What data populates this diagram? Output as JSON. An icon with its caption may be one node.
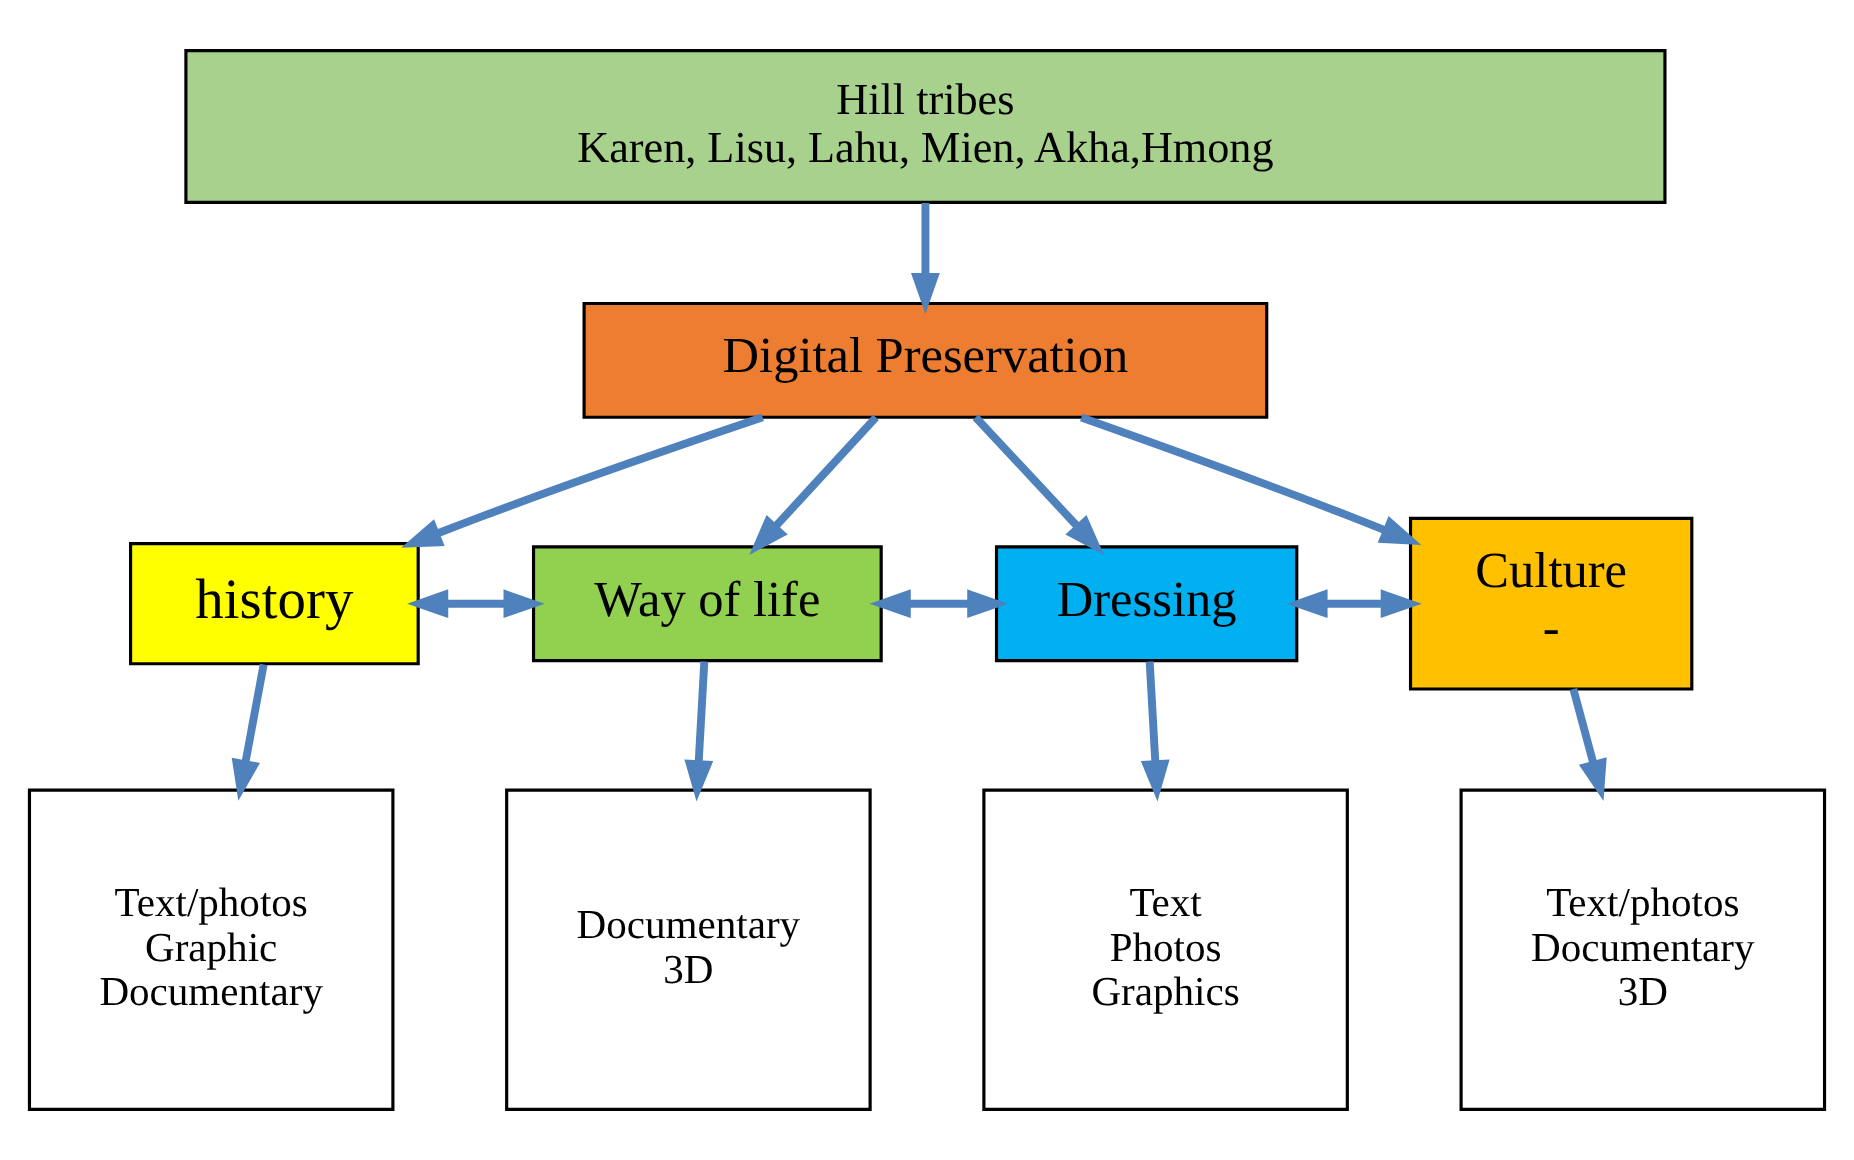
{
  "diagram": {
    "nodes": [
      {
        "text": [
          "Hill tribes",
          "Karen, Lisu, Lahu, Mien, Akha,Hmong"
        ]
      },
      {
        "text": [
          "Digital Preservation"
        ]
      },
      {
        "text": [
          "history"
        ]
      },
      {
        "text": [
          "Way of life"
        ]
      },
      {
        "text": [
          "Dressing"
        ]
      },
      {
        "text": [
          "Culture",
          "-"
        ]
      },
      {
        "text": [
          "Text/photos",
          "Graphic",
          "Documentary"
        ]
      },
      {
        "text": [
          "Documentary",
          "3D"
        ]
      },
      {
        "text": [
          "Text",
          "Photos",
          "Graphics"
        ]
      },
      {
        "text": [
          "Text/photos",
          "Documentary",
          "3D"
        ]
      }
    ],
    "edges": [
      {
        "from": 0,
        "to": 1,
        "arrow": "to"
      },
      {
        "from": 1,
        "to": 2,
        "arrow": "to"
      },
      {
        "from": 1,
        "to": 3,
        "arrow": "to"
      },
      {
        "from": 1,
        "to": 4,
        "arrow": "to"
      },
      {
        "from": 1,
        "to": 5,
        "arrow": "to"
      },
      {
        "from": 2,
        "to": 3,
        "arrow": "both"
      },
      {
        "from": 3,
        "to": 4,
        "arrow": "both"
      },
      {
        "from": 4,
        "to": 5,
        "arrow": "both"
      },
      {
        "from": 2,
        "to": 6,
        "arrow": "to"
      },
      {
        "from": 3,
        "to": 7,
        "arrow": "to"
      },
      {
        "from": 4,
        "to": 8,
        "arrow": "to"
      },
      {
        "from": 5,
        "to": 9,
        "arrow": "to"
      }
    ]
  }
}
